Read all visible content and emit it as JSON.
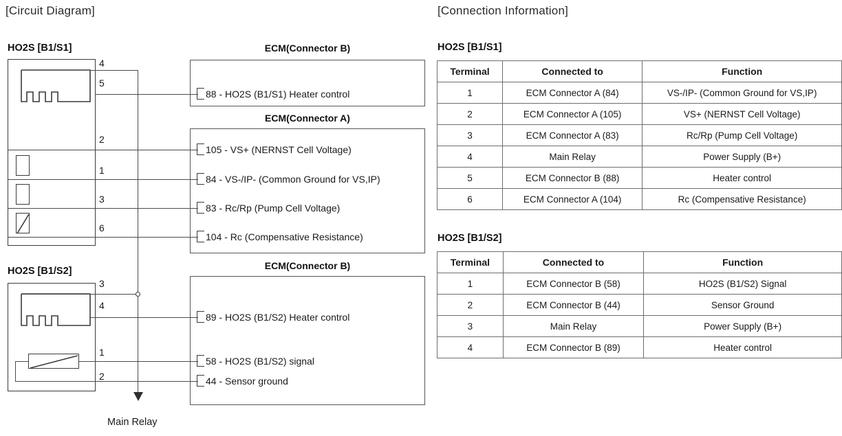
{
  "headers": {
    "circuit_diagram": "[Circuit Diagram]",
    "connection_information": "[Connection Information]"
  },
  "circuit": {
    "sensor1": {
      "title": "HO2S [B1/S1]",
      "pins": [
        "4",
        "5",
        "2",
        "1",
        "3",
        "6"
      ],
      "elements": [
        "heater-coil",
        "cell-box",
        "cell-box",
        "resistor-diagonal"
      ]
    },
    "sensor2": {
      "title": "HO2S [B1/S2]",
      "pins": [
        "3",
        "4",
        "1",
        "2"
      ],
      "elements": [
        "heater-coil",
        "resistor-diagonal"
      ]
    },
    "ecm_b_top": {
      "title": "ECM(Connector B)",
      "pins": [
        {
          "num": "88",
          "text": "88 - HO2S (B1/S1) Heater control"
        }
      ]
    },
    "ecm_a": {
      "title": "ECM(Connector A)",
      "pins": [
        {
          "num": "105",
          "text": "105 - VS+ (NERNST Cell Voltage)"
        },
        {
          "num": "84",
          "text": "84 - VS-/IP- (Common Ground for VS,IP)"
        },
        {
          "num": "83",
          "text": "83 - Rc/Rp (Pump Cell Voltage)"
        },
        {
          "num": "104",
          "text": "104 - Rc (Compensative Resistance)"
        }
      ]
    },
    "ecm_b_bottom": {
      "title": "ECM(Connector B)",
      "pins": [
        {
          "num": "89",
          "text": "89 - HO2S (B1/S2) Heater control"
        },
        {
          "num": "58",
          "text": "58 - HO2S (B1/S2) signal"
        },
        {
          "num": "44",
          "text": "44 - Sensor ground"
        }
      ]
    },
    "main_relay_label": "Main Relay"
  },
  "tables": [
    {
      "caption": "HO2S [B1/S1]",
      "columns": [
        "Terminal",
        "Connected to",
        "Function"
      ],
      "rows": [
        [
          "1",
          "ECM Connector A (84)",
          "VS-/IP- (Common Ground for VS,IP)"
        ],
        [
          "2",
          "ECM Connector A (105)",
          "VS+ (NERNST Cell Voltage)"
        ],
        [
          "3",
          "ECM Connector A (83)",
          "Rc/Rp (Pump Cell Voltage)"
        ],
        [
          "4",
          "Main Relay",
          "Power Supply (B+)"
        ],
        [
          "5",
          "ECM Connector B (88)",
          "Heater control"
        ],
        [
          "6",
          "ECM Connector A (104)",
          "Rc (Compensative Resistance)"
        ]
      ]
    },
    {
      "caption": "HO2S [B1/S2]",
      "columns": [
        "Terminal",
        "Connected to",
        "Function"
      ],
      "rows": [
        [
          "1",
          "ECM Connector B (58)",
          "HO2S (B1/S2) Signal"
        ],
        [
          "2",
          "ECM Connector B (44)",
          "Sensor Ground"
        ],
        [
          "3",
          "Main Relay",
          "Power Supply (B+)"
        ],
        [
          "4",
          "ECM Connector B (89)",
          "Heater control"
        ]
      ]
    }
  ],
  "colors": {
    "line": "#4a4a4a",
    "text": "#1a1a1a",
    "background": "#ffffff"
  }
}
